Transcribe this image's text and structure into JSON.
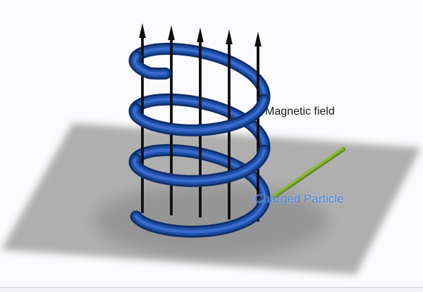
{
  "labels": {
    "magnetic_field": "Magnetic field",
    "charged_particle": "Charged Particle"
  },
  "colors": {
    "background": "#fbfafc",
    "ground_plane": "#ababab",
    "coil_shadow": "#000000",
    "helix_dark": "#10306a",
    "helix_mid": "#1e4fa8",
    "helix_highlight": "#3a6bcc",
    "arrow": "#0e0e0e",
    "particle_line_dark": "#5a7d1f",
    "particle_line_mid": "#79a52c",
    "particle_line_light": "#94c23a",
    "magnetic_label_text": "#1b1b1b",
    "particle_label_text": "#4583d8",
    "bottom_bar": "#f3f2f4"
  },
  "diagram": {
    "field_arrow_count": 5,
    "helix_turns": 3,
    "scene": "charged particle spiraling around vertical magnetic field lines above a flat plane"
  }
}
